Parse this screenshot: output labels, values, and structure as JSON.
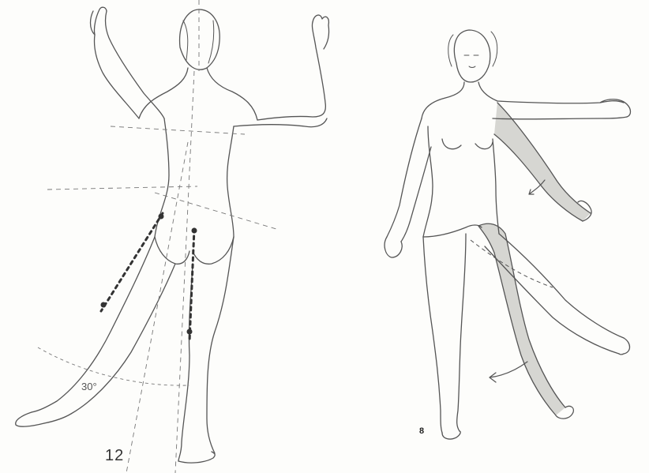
{
  "panels": {
    "left": {
      "figure_number": "12",
      "angle_label": "30°"
    },
    "right": {
      "figure_number": "8"
    }
  },
  "colors": {
    "line": "#555555",
    "shading": "#d6d6d2",
    "background": "#fdfdfb"
  }
}
